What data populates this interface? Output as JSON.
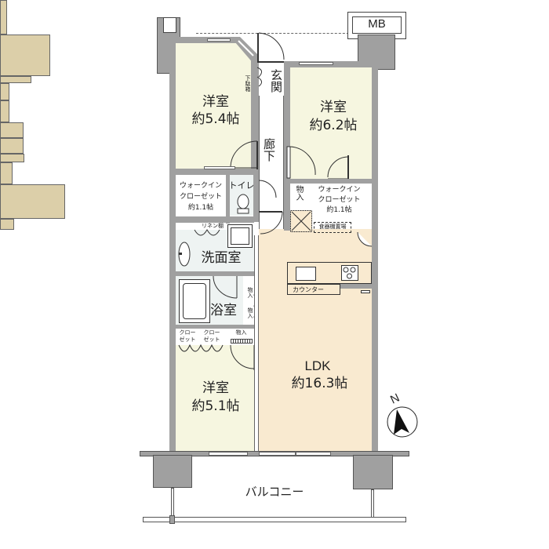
{
  "floorplan": {
    "meter_box": {
      "label": "MB"
    },
    "rooms": {
      "western_1": {
        "name": "洋室",
        "size": "約5.4帖"
      },
      "western_2": {
        "name": "洋室",
        "size": "約6.2帖"
      },
      "western_3": {
        "name": "洋室",
        "size": "約5.1帖"
      },
      "ldk": {
        "name": "LDK",
        "size": "約16.3帖"
      },
      "entrance": {
        "name": "玄関"
      },
      "hallway": {
        "name": "廊下"
      },
      "toilet": {
        "name": "トイレ"
      },
      "washroom": {
        "name": "洗面室"
      },
      "bathroom": {
        "name": "浴室"
      },
      "balcony": {
        "name": "バルコニー"
      }
    },
    "storage": {
      "shoe_closet": "下駄箱",
      "wic_left": {
        "line1": "ウォークイン",
        "line2": "クローゼット",
        "size": "約1.1帖"
      },
      "wic_right": {
        "line1": "ウォークイン",
        "line2": "クローゼット",
        "size": "約1.1帖"
      },
      "storage_hall": "物入",
      "linen": "リネン棚",
      "storage_bath_1": "物入",
      "storage_bath_2": "物入",
      "storage_bath_3": "物入",
      "closet_1": {
        "line1": "クロー",
        "line2": "ゼット"
      },
      "closet_2": {
        "line1": "クロー",
        "line2": "ゼット"
      }
    },
    "kitchen": {
      "dish_storage": "食器棚置場",
      "counter": "カウンター"
    },
    "compass": {
      "label": "N"
    },
    "colors": {
      "wall": "#a0a0a0",
      "western_fill": "#f6f6e0",
      "ldk_fill": "#f9ead0",
      "wet_fill": "#eef3f2",
      "storage_fill": "#dccfa9"
    }
  }
}
